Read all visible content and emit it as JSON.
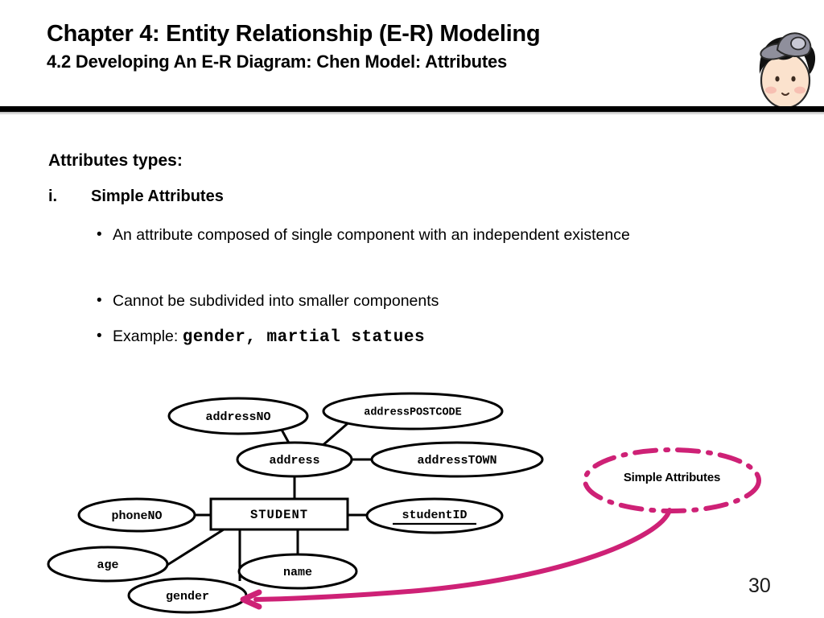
{
  "header": {
    "title": "Chapter 4: Entity Relationship (E-R) Modeling",
    "subtitle": "4.2 Developing An E-R Diagram: Chen Model: Attributes",
    "avatar_icon": "cartoon-person-with-cap-icon"
  },
  "content": {
    "heading": "Attributes types:",
    "item_number": "i.",
    "item_title": "Simple Attributes",
    "bullets": [
      {
        "marker": "•",
        "text": "An attribute composed of single component with an independent existence"
      },
      {
        "marker": "•",
        "text": "Cannot be subdivided into smaller components"
      },
      {
        "marker": "•",
        "text": "Example: ",
        "mono": "gender, martial statues"
      }
    ]
  },
  "diagram": {
    "type": "chen-er-diagram",
    "entity": {
      "name": "STUDENT",
      "shape": "rectangle"
    },
    "attributes": [
      {
        "name": "addressNO",
        "shape": "ellipse",
        "key": false,
        "parent": "address"
      },
      {
        "name": "addressPOSTCODE",
        "shape": "ellipse",
        "key": false,
        "parent": "address"
      },
      {
        "name": "addressTOWN",
        "shape": "ellipse",
        "key": false,
        "parent": "address"
      },
      {
        "name": "address",
        "shape": "ellipse",
        "key": false,
        "parent": "STUDENT",
        "composite": true
      },
      {
        "name": "phoneNO",
        "shape": "ellipse",
        "key": false,
        "parent": "STUDENT"
      },
      {
        "name": "studentID",
        "shape": "ellipse",
        "key": true,
        "parent": "STUDENT"
      },
      {
        "name": "age",
        "shape": "ellipse",
        "key": false,
        "parent": "STUDENT"
      },
      {
        "name": "gender",
        "shape": "ellipse",
        "key": false,
        "parent": "STUDENT"
      },
      {
        "name": "name",
        "shape": "ellipse",
        "key": false,
        "parent": "STUDENT"
      }
    ]
  },
  "callout": {
    "label": "Simple Attributes",
    "color": "#CE2176",
    "style": "dash-dot-ellipse-with-curved-arrow",
    "points_to": "gender"
  },
  "footer": {
    "page_number": "30"
  }
}
